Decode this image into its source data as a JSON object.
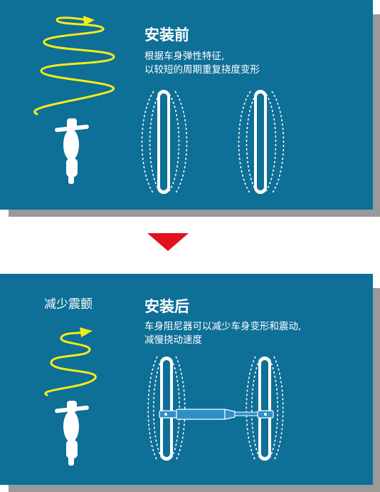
{
  "before": {
    "title": "安装前",
    "desc_lines": [
      "根据车身弹性特征,",
      "以较短的周期重复挠度变形"
    ]
  },
  "after": {
    "label": "减少震颤",
    "title": "安装后",
    "desc_lines": [
      "车身阻尼器可以减少车身变形和震动,",
      "减慢挠动速度"
    ]
  },
  "colors": {
    "panel": "#0e6f97",
    "shadow": "#9a9a9a",
    "accent_arrow": "#e3101f",
    "squiggle": "#f6eb1a",
    "damper": "#2f8fc9"
  },
  "icons": [
    "vibration-squiggle-icon",
    "motorcycle-icon",
    "tire-flex-icon",
    "down-arrow-icon",
    "damper-icon"
  ]
}
